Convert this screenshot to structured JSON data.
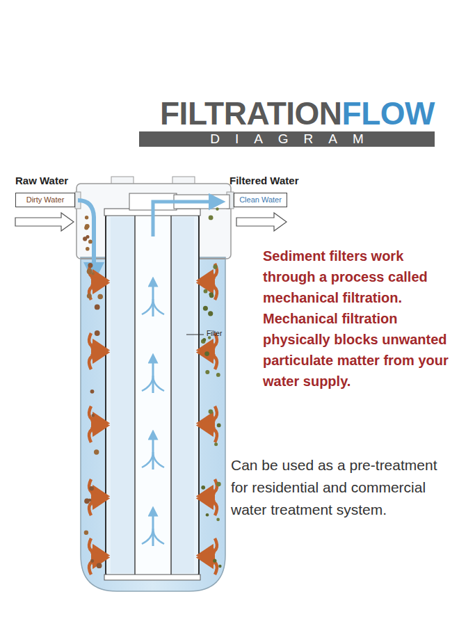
{
  "diagram": {
    "title": "FILTRATION",
    "nodes": [
      {
        "text": [
          "Dirty Water"
        ]
      },
      {
        "text": [
          "Clean Water"
        ]
      }
    ],
    "labels": [
      "FLOW",
      "DIAGRAM",
      "Raw Water",
      "Filtered Water",
      "Filter",
      "Sediment filters work through a process called mechanical filtration. Mechanical filtration physically blocks unwanted particulate matter from your water supply.",
      "Can be used as a pre-treatment for residential and commercial water treatment system."
    ]
  }
}
